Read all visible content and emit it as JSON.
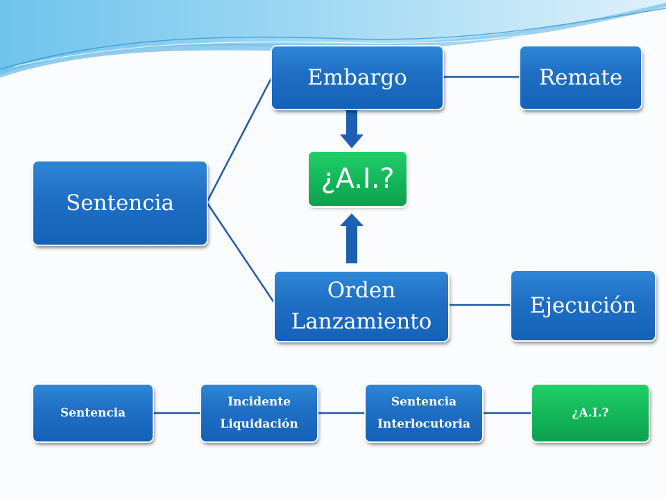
{
  "top_diagram": {
    "sentencia": "Sentencia",
    "embargo": "Embargo",
    "remate": "Remate",
    "ai": "¿A.I.?",
    "orden_line1": "Orden",
    "orden_line2": "Lanzamiento",
    "ejecucion": "Ejecución"
  },
  "bottom_flow": {
    "step1": "Sentencia",
    "step2_line1": "Incidente",
    "step2_line2": "Liquidación",
    "step3_line1": "Sentencia",
    "step3_line2": "Interlocutoria",
    "step4": "¿A.I.?"
  },
  "colors": {
    "node_blue": "#1e6fc4",
    "node_green": "#14b85a",
    "connector": "#1e5aa8",
    "arrow": "#1c5fb3"
  }
}
